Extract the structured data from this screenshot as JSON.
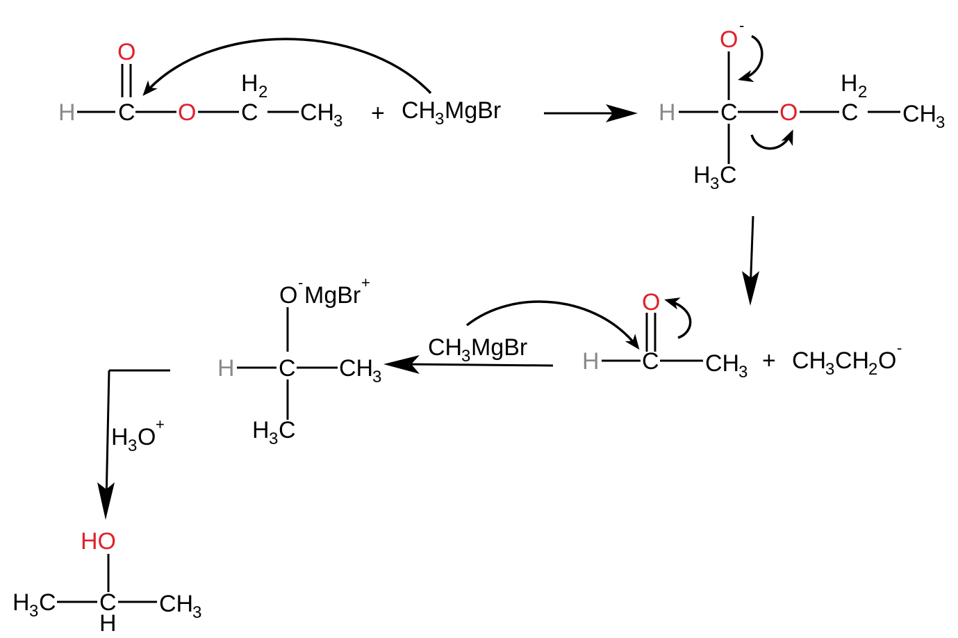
{
  "colors": {
    "bond": "#000000",
    "oxygen": "#e0202a",
    "hydrogen": "#8a8a8a",
    "text": "#000000"
  },
  "atoms": {
    "H": "H",
    "C": "C",
    "O": "O",
    "HO": "HO",
    "CH": "CH",
    "H3C_H": "H",
    "sub2": "2",
    "sub3": "3",
    "minus": "-",
    "plus": "+"
  },
  "labels": {
    "plus_sign": "+",
    "reagent_grignard": "CH3MgBr",
    "reagent_grignard_main": "CH",
    "reagent_grignard_tail": "MgBr",
    "acid_h": "H",
    "acid_o": "O",
    "ethoxide_ch": "CH",
    "ethoxide_ch2": "CH",
    "ethoxide_o": "O",
    "omgbr_o": "O",
    "omgbr_mgbr": "MgBr"
  }
}
